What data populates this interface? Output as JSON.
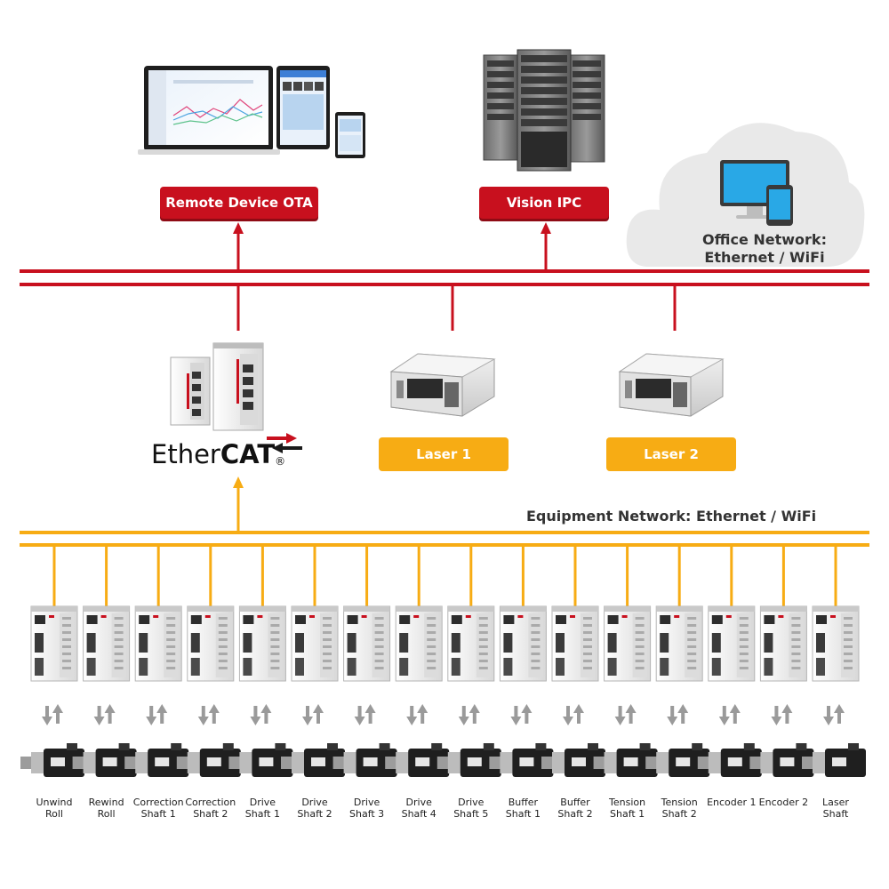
{
  "labels": {
    "remote_ota": "Remote Device OTA",
    "vision_ipc": "Vision IPC",
    "office_network_line1": "Office Network:",
    "office_network_line2": "Ethernet / WiFi",
    "laser1": "Laser 1",
    "laser2": "Laser 2",
    "ethercat_prefix": "Ether",
    "ethercat_suffix": "CAT",
    "ethercat_mark": "®",
    "equipment_network": "Equipment Network: Ethernet / WiFi"
  },
  "axes": [
    {
      "line1": "Unwind",
      "line2": "Roll"
    },
    {
      "line1": "Rewind",
      "line2": "Roll"
    },
    {
      "line1": "Correction",
      "line2": "Shaft 1"
    },
    {
      "line1": "Correction",
      "line2": "Shaft 2"
    },
    {
      "line1": "Drive",
      "line2": "Shaft 1"
    },
    {
      "line1": "Drive",
      "line2": "Shaft 2"
    },
    {
      "line1": "Drive",
      "line2": "Shaft 3"
    },
    {
      "line1": "Drive",
      "line2": "Shaft 4"
    },
    {
      "line1": "Drive",
      "line2": "Shaft 5"
    },
    {
      "line1": "Buffer",
      "line2": "Shaft 1"
    },
    {
      "line1": "Buffer",
      "line2": "Shaft 2"
    },
    {
      "line1": "Tension",
      "line2": "Shaft 1"
    },
    {
      "line1": "Tension",
      "line2": "Shaft 2"
    },
    {
      "line1": "Encoder 1",
      "line2": ""
    },
    {
      "line1": "Encoder 2",
      "line2": ""
    },
    {
      "line1": "Laser Shaft",
      "line2": ""
    }
  ],
  "colors": {
    "office_line": "#c8101e",
    "equipment_line": "#f7ac14",
    "arrow_gray": "#9a9a9a"
  }
}
